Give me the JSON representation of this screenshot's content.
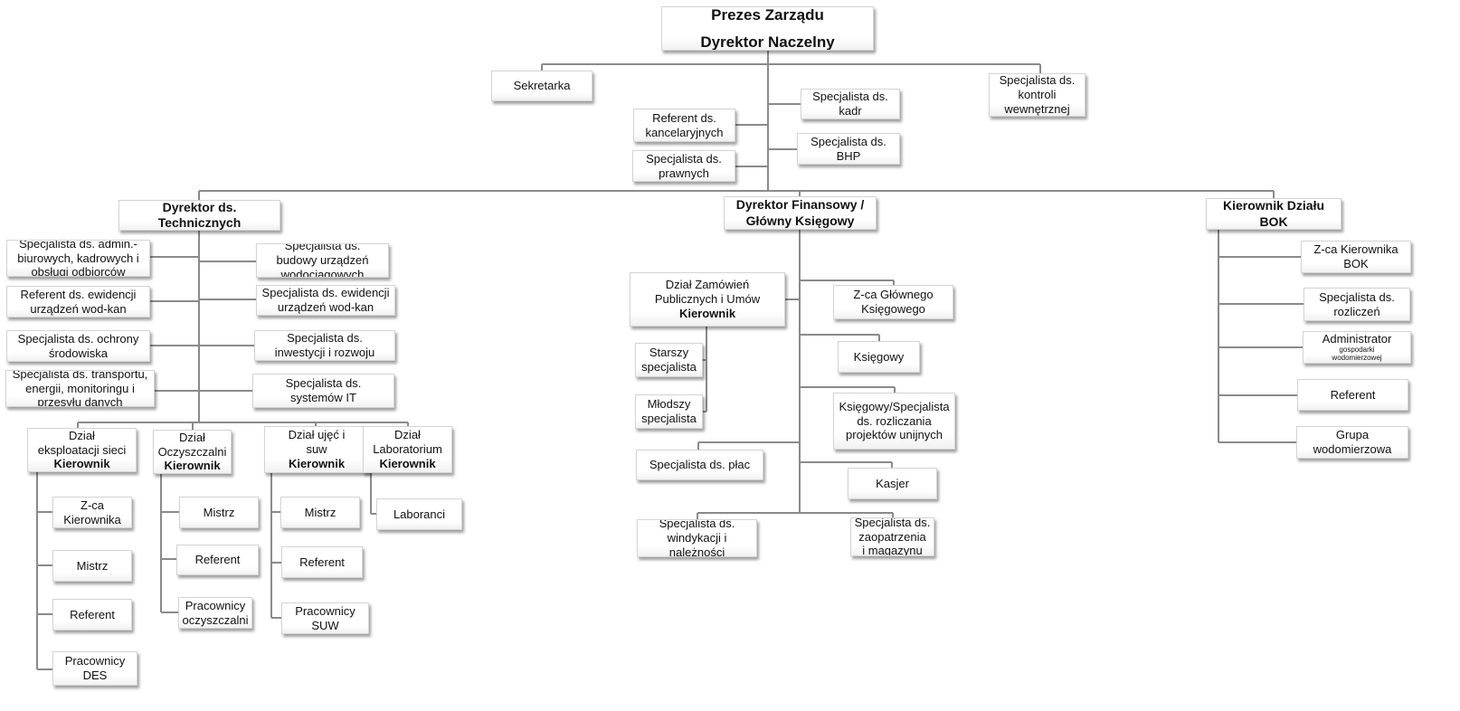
{
  "org_chart": {
    "head": [
      "Prezes Zarządu",
      "Dyrektor Naczelny"
    ],
    "management_staff": {
      "secretary": "Sekretarka",
      "hr": [
        "Specjalista ds.",
        "kadr"
      ],
      "internal_control": [
        "Specjalista ds.",
        "kontroli",
        "wewnętrznej"
      ],
      "office": [
        "Referent ds.",
        "kancelaryjnych"
      ],
      "safety": [
        "Specjalista ds.",
        "BHP"
      ],
      "legal": [
        "Specjalista ds.",
        "prawnych"
      ]
    },
    "technical": {
      "director": [
        "Dyrektor ds.",
        "Technicznych"
      ],
      "left_staff": [
        [
          "Specjalista ds. admin.-",
          "biurowych, kadrowych i",
          "obsługi odbiorców"
        ],
        [
          "Referent ds. ewidencji",
          "urządzeń wod-kan"
        ],
        [
          "Specjalista ds. ochrony",
          "środowiska"
        ],
        [
          "Specjalista ds. transportu,",
          "energii, monitoringu i",
          "przesyłu danych"
        ]
      ],
      "right_staff": [
        [
          "Specjalista  ds.",
          "budowy urządzeń",
          "wodociągowych"
        ],
        [
          "Specjalista ds. ewidencji",
          "urządzeń wod-kan"
        ],
        [
          "Specjalista ds.",
          "inwestycji i rozwoju"
        ],
        [
          "Specjalista ds.",
          "systemów IT"
        ]
      ],
      "departments": {
        "network": {
          "title": [
            "Dział",
            "eksploatacji sieci",
            "Kierownik"
          ],
          "staff": [
            [
              "Z-ca",
              "Kierownika"
            ],
            [
              "Mistrz"
            ],
            [
              "Referent"
            ],
            [
              "Pracownicy",
              "DES"
            ]
          ]
        },
        "treatment": {
          "title": [
            "Dział",
            "Oczyszczalni",
            "Kierownik"
          ],
          "staff": [
            [
              "Mistrz"
            ],
            [
              "Referent"
            ],
            [
              "Pracownicy",
              "oczyszczalni"
            ]
          ]
        },
        "intake": {
          "title": [
            "Dział ujęć i",
            "suw",
            "Kierownik"
          ],
          "staff": [
            [
              "Mistrz"
            ],
            [
              "Referent"
            ],
            [
              "Pracownicy",
              "SUW"
            ]
          ]
        },
        "laboratory": {
          "title": [
            "Dział",
            "Laboratorium",
            "Kierownik"
          ],
          "staff": [
            [
              "Laboranci"
            ]
          ]
        }
      }
    },
    "finance": {
      "director": [
        "Dyrektor Finansowy /",
        "Główny Księgowy"
      ],
      "procurement": {
        "title": [
          "Dział Zamówień",
          "Publicznych i Umów",
          "Kierownik"
        ],
        "staff": [
          [
            "Starszy",
            "specjalista"
          ],
          [
            "Młodszy",
            "specjalista"
          ]
        ]
      },
      "payroll": "Specjalista ds. płac",
      "debt": [
        "Specjalista ds.",
        "windykacji i",
        "należności"
      ],
      "right_staff": [
        [
          "Z-ca Głównego",
          "Księgowego"
        ],
        [
          "Księgowy"
        ],
        [
          "Księgowy/Specjalista",
          "ds. rozliczania",
          "projektów unijnych"
        ],
        [
          "Kasjer"
        ],
        [
          "Specjalista ds.",
          "zaopatrzenia",
          "i magazynu"
        ]
      ]
    },
    "customer_service": {
      "head": [
        "Kierownik Działu",
        "BOK"
      ],
      "staff": [
        [
          "Z-ca Kierownika",
          "BOK"
        ],
        [
          "Specjalista ds.",
          "rozliczeń"
        ],
        [
          "Administrator",
          "gospodarki",
          "wodomierzowej"
        ],
        [
          "Referent"
        ],
        [
          "Grupa",
          "wodomierzowa"
        ]
      ]
    }
  }
}
